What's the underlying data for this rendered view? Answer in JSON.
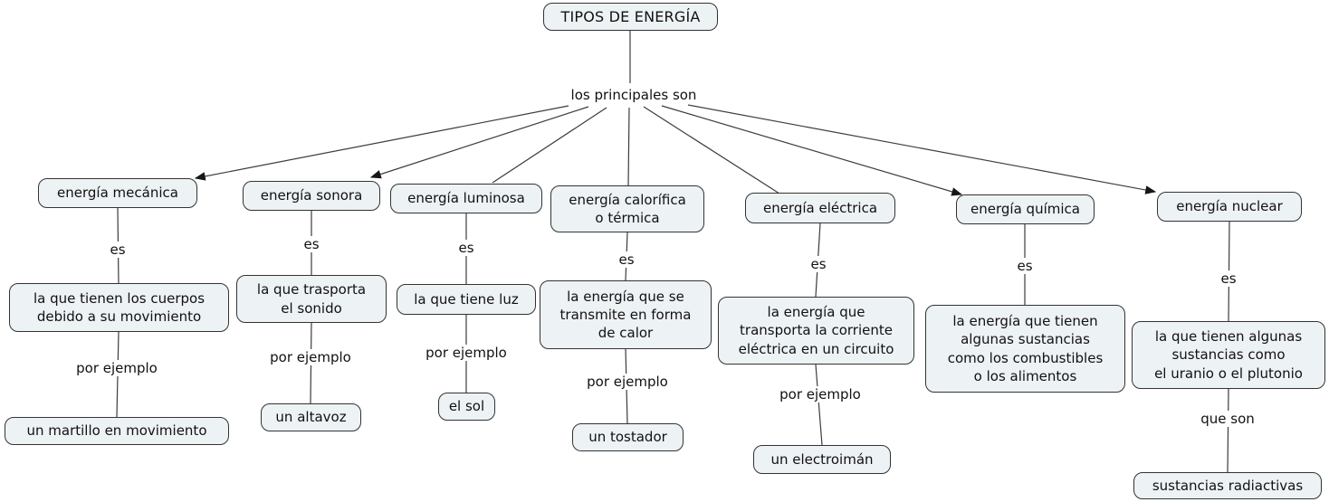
{
  "title": "TIPOS DE ENERGÍA",
  "root_linker": "los principales son",
  "colors": {
    "node_fill": "#edf2f5",
    "node_border": "#333333",
    "line": "#3c3c3c",
    "text": "#111111",
    "canvas_bg": "#ffffff"
  },
  "branches": [
    {
      "type": "energía mecánica",
      "linker1": "es",
      "definition": "la que tienen los cuerpos\ndebido a su movimiento",
      "linker2": "por ejemplo",
      "example": "un martillo en movimiento"
    },
    {
      "type": "energía sonora",
      "linker1": "es",
      "definition": "la que trasporta\nel sonido",
      "linker2": "por ejemplo",
      "example": "un altavoz"
    },
    {
      "type": "energía luminosa",
      "linker1": "es",
      "definition": "la que tiene luz",
      "linker2": "por ejemplo",
      "example": "el sol"
    },
    {
      "type": "energía calorífica\no térmica",
      "linker1": "es",
      "definition": "la energía que se\ntransmite en forma\nde calor",
      "linker2": "por ejemplo",
      "example": "un tostador"
    },
    {
      "type": "energía eléctrica",
      "linker1": "es",
      "definition": "la energía que\ntransporta la corriente\neléctrica en un circuito",
      "linker2": "por ejemplo",
      "example": "un electroimán"
    },
    {
      "type": "energía química",
      "linker1": "es",
      "definition": "la energía que tienen\nalgunas sustancias\ncomo los combustibles\no los alimentos"
    },
    {
      "type": "energía nuclear",
      "linker1": "es",
      "definition": "la que tienen algunas\nsustancias como\nel uranio o el plutonio",
      "linker2": "que son",
      "example": "sustancias radiactivas"
    }
  ]
}
